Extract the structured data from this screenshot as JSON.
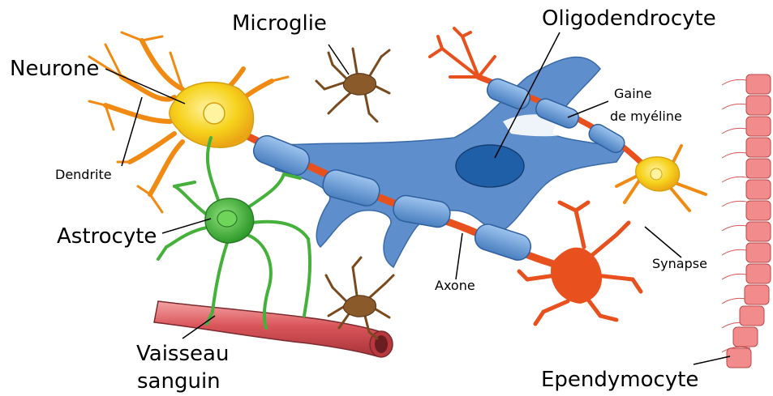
{
  "labels": {
    "neurone": "Neurone",
    "microglie": "Microglie",
    "oligodendrocyte": "Oligodendrocyte",
    "gaine_line1": "Gaine",
    "gaine_line2": "de myéline",
    "dendrite": "Dendrite",
    "astrocyte": "Astrocyte",
    "synapse": "Synapse",
    "axone": "Axone",
    "vaisseau_line1": "Vaisseau",
    "vaisseau_line2": "sanguin",
    "ependymocyte": "Ependymocyte"
  },
  "colors": {
    "neuron_yellow": "#f6d21c",
    "dendrite_orange": "#f08a12",
    "axon_red": "#e8501e",
    "oligodendrocyte_blue": "#5e8fcc",
    "myelin_blue": "#6e9fd8",
    "nucleus_blue": "#1f5fa8",
    "astrocyte_green": "#45b13a",
    "microglia_brown": "#8b5a2b",
    "vessel_red": "#d9555a",
    "ependymal_pink": "#f28b8b"
  }
}
